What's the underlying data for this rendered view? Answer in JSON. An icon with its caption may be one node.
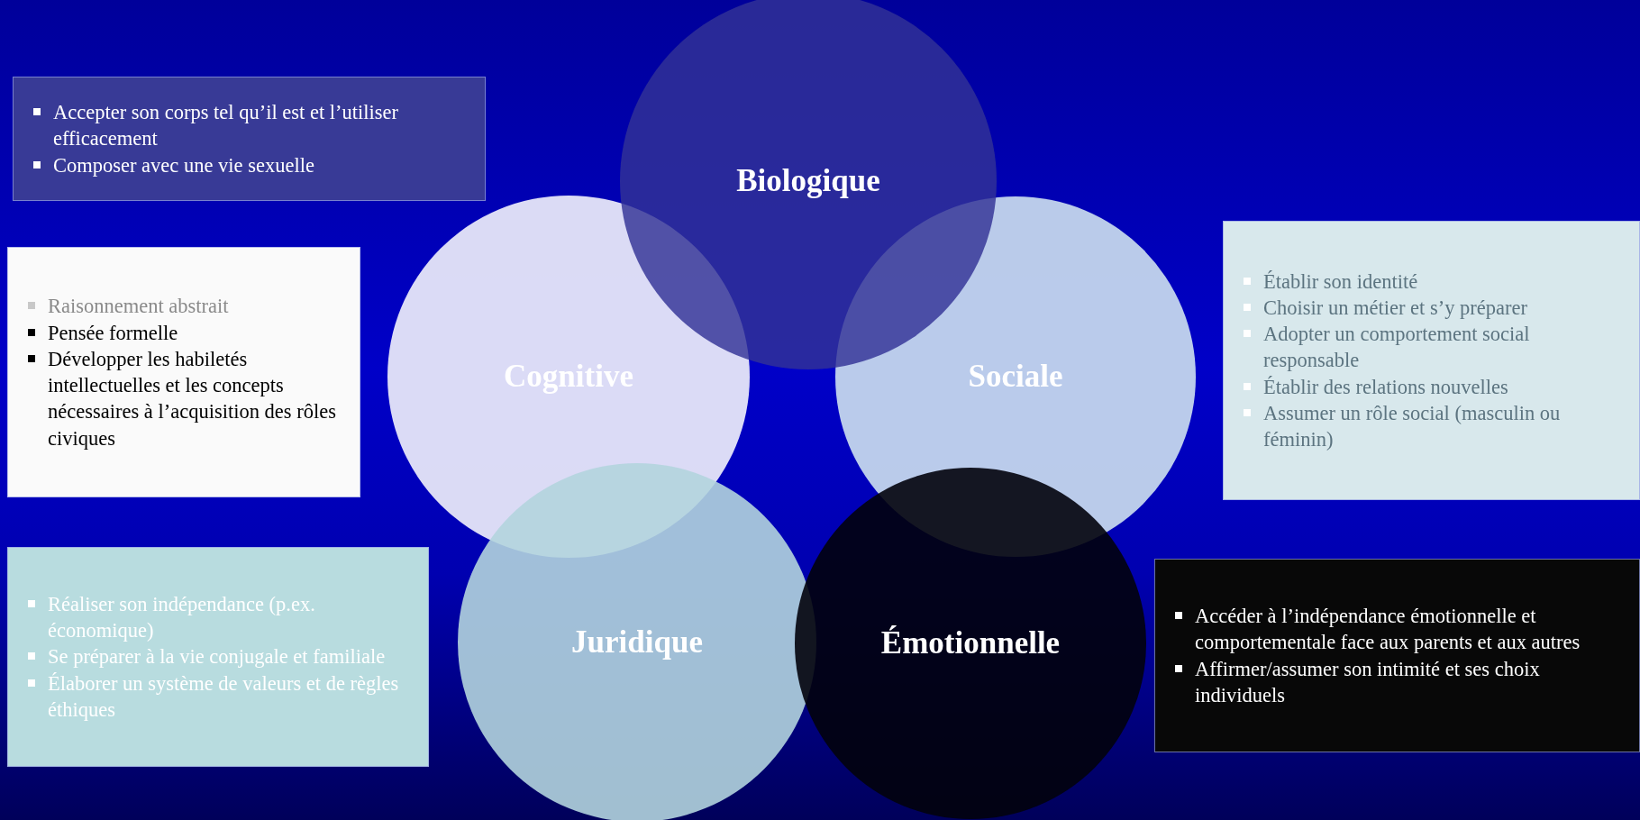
{
  "diagram": {
    "nodes": [
      {
        "text": [
          "Accepter son corps tel qu’il est et l’utiliser efficacement",
          "Composer avec une vie sexuelle"
        ]
      },
      {
        "text": [
          "Biologique"
        ]
      },
      {
        "text": [
          "Raisonnement abstrait",
          "Pensée formelle",
          "Développer les habiletés intellectuelles et les concepts nécessaires à l’acquisition des rôles civiques"
        ]
      },
      {
        "text": [
          "Cognitive"
        ]
      },
      {
        "text": [
          "Sociale"
        ]
      },
      {
        "text": [
          "Établir son identité",
          "Choisir un métier et s’y préparer",
          "Adopter un comportement social responsable",
          "Établir des relations nouvelles",
          "Assumer un rôle social (masculin ou féminin)"
        ]
      },
      {
        "text": [
          "Juridique"
        ]
      },
      {
        "text": [
          "Réaliser son indépendance (p.ex. économique)",
          "Se préparer à la vie conjugale et familiale",
          "Élaborer un système de valeurs et de règles éthiques"
        ]
      },
      {
        "text": [
          "Émotionnelle"
        ]
      },
      {
        "text": [
          "Accéder à l’indépendance émotionnelle et comportementale face aux parents et aux autres",
          "Affirmer/assumer son intimité et ses choix individuels"
        ]
      }
    ]
  }
}
